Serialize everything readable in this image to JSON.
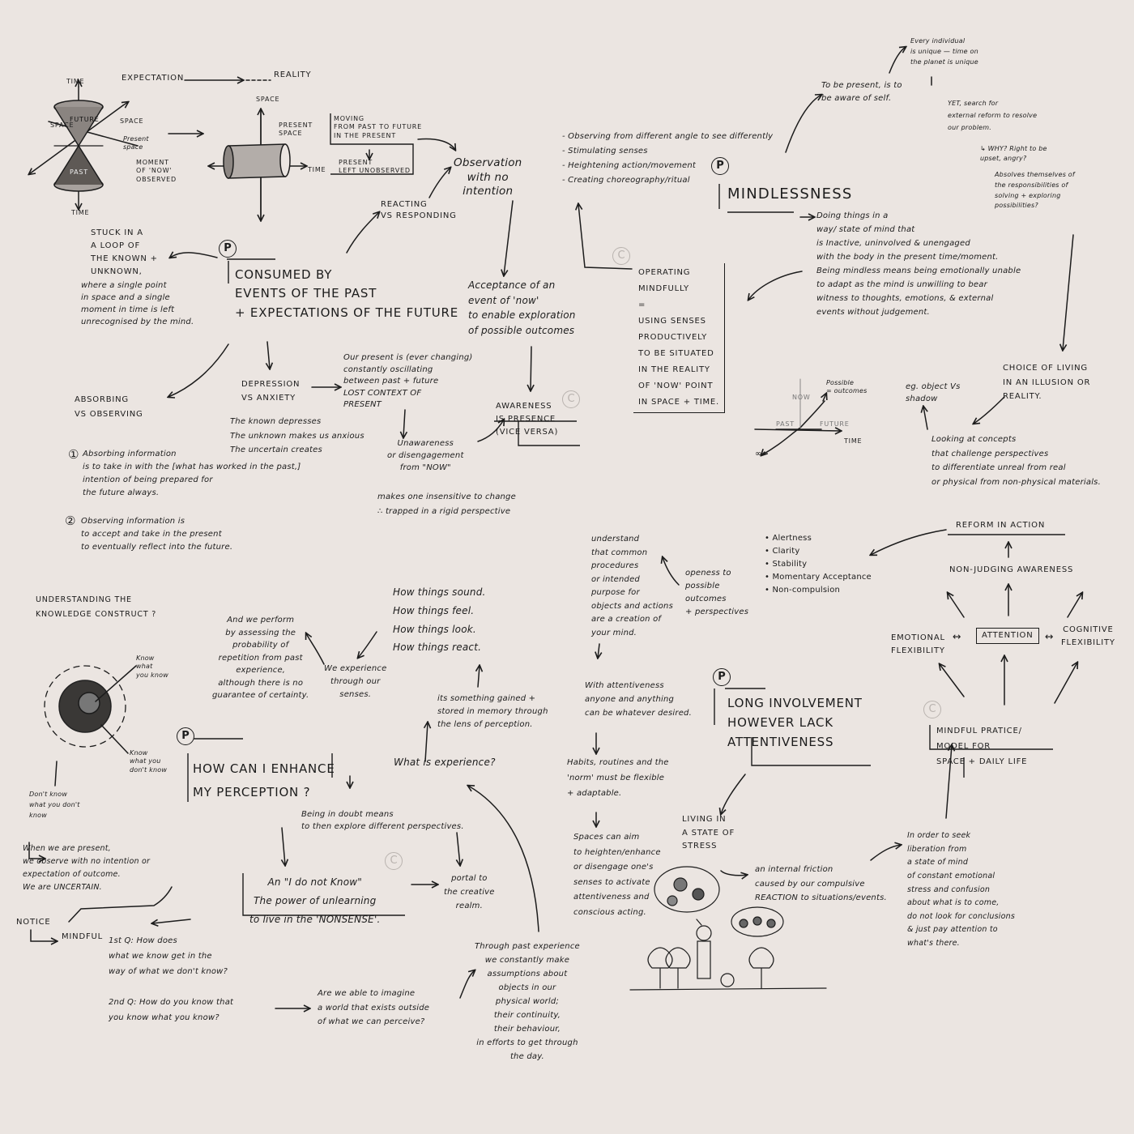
{
  "top": {
    "expectation": "EXPECTATION",
    "reality": "REALITY"
  },
  "cone": {
    "time_top": "TIME",
    "time_bottom": "TIME",
    "future": "FUTURE",
    "past": "PAST",
    "space_left": "SPACE",
    "space_right": "SPACE",
    "present_space": "Present\nspace",
    "moment_now": "MOMENT\nOF 'NOW'\nOBSERVED"
  },
  "cylinder": {
    "space": "SPACE",
    "present_space": "PRESENT\nSPACE",
    "time": "TIME"
  },
  "moving_box": "MOVING\nFROM PAST TO FUTURE\nIN THE PRESENT",
  "present_left": "PRESENT\nLEFT UNOBSERVED",
  "observation": "Observation\nwith no\nintention",
  "reacting": "REACTING\nVs RESPONDING",
  "stuck_loop": "STUCK IN A\nA LOOP OF\nTHE KNOWN +\nUNKNOWN,",
  "stuck_loop_desc": "where a single point\nin space and a single\nmoment in time is left\nunrecognised by the mind.",
  "consumed": "CONSUMED BY\nEVENTS OF THE PAST\n+ EXPECTATIONS OF THE FUTURE",
  "absorbing": "ABSORBING\nVs OBSERVING",
  "absorbing_1": "Absorbing information\nis to take in with the [what has worked in the past,]\nintention of being prepared for\nthe future always.",
  "absorbing_2": "Observing information is\nto accept and take in the present\nto eventually reflect into the future.",
  "depression": "DEPRESSION\nVs ANXIETY",
  "depression_desc": "The known depresses\nThe unknown makes us anxious\nThe uncertain creates",
  "our_present": "Our present is (ever changing)\nconstantly oscillating\nbetween past + future\nLOST CONTEXT OF\nPRESENT",
  "unawareness": "Unawareness\nor disengagement\nfrom \"NOW\"",
  "insensitive": "makes one insensitive to change\n∴ trapped in a rigid perspective",
  "acceptance": "Acceptance of an\nevent of 'now'\nto enable exploration\nof possible outcomes",
  "awareness": "AWARENESS\nIS PRESENCE\n(vice versa)",
  "observing_list": "- Observing from different angle to see differently\n- Stimulating senses\n- Heightening action/movement\n- Creating choreography/ritual",
  "operating": "OPERATING\nMINDFULLY\n=\nUSING SENSES\nPRODUCTIVELY\nTO BE SITUATED\nIN THE REALITY\nOF 'NOW' POINT\nIN SPACE + TIME.",
  "mindlessness": "MINDLESSNESS",
  "mindlessness_desc": "Doing things in a\nway/ state of mind that\nis Inactive, uninvolved & unengaged\nwith the body in the present time/moment.\nBeing mindless means being emotionally unable\nto adapt as the mind is unwilling to bear\nwitness to thoughts, emotions, & external\nevents without judgement.",
  "to_be_present": "To be present, is to\nbe aware of self.",
  "every_individual": "Every individual\nis unique — time on\nthe planet is unique",
  "yet_search": "YET, search for\nexternal reform to resolve\nour problem.",
  "why_right": "↳ WHY? Right to be\nupset, angry?",
  "absolves": "Absolves themselves of\nthe responsibilities of\nsolving + exploring\npossibilities?",
  "choice": "CHOICE OF LIVING\nIN AN ILLUSION OR\nREALITY.",
  "object_shadow": "eg. object Vs\nshadow",
  "graph": {
    "now": "NOW",
    "possible": "Possible\n∞ outcomes",
    "past": "PAST",
    "future": "FUTURE",
    "time": "TIME",
    "inf": "∞"
  },
  "looking_at": "Looking at concepts\nthat challenge perspectives\nto differentiate unreal from real\nor physical from non-physical materials.",
  "reform": "REFORM IN ACTION",
  "non_judging": "NON-JUDGING AWARENESS",
  "emotional": "EMOTIONAL\nFLEXIBILITY",
  "attention": "ATTENTION",
  "cognitive": "COGNITIVE\nFLEXIBILITY",
  "mindful_practice": "MINDFUL PRATICE/\nMODEL FOR\nSPACE + DAILY LIFE",
  "qualities": "• Alertness\n• Clarity\n• Stability\n• Momentary Acceptance\n• Non-compulsion",
  "openess": "openess to\npossible\noutcomes\n+ perspectives",
  "understand": "understand\nthat common\nprocedures\nor intended\npurpose for\nobjects and actions\nare a creation of\nyour mind.",
  "with_attentiveness": "With attentiveness\nanyone and anything\ncan be whatever desired.",
  "habits": "Habits, routines and the\n'norm' must be flexible\n+ adaptable.",
  "spaces": "Spaces can aim\nto heighten/enhance\nor disengage one's\nsenses to activate\nattentiveness and\nconscious acting.",
  "long_involvement": "LONG INVOLVEMENT\nHOWEVER LACK\nATTENTIVENESS",
  "stress": "LIVING IN\nA STATE OF\nSTRESS",
  "friction": "an internal friction\ncaused by our compulsive\nREACTION to situations/events.",
  "liberation": "In order to seek\nliberation from\na state of mind\nof constant emotional\nstress and confusion\nabout what is to come,\ndo not look for conclusions\n& just pay attention to\nwhat's there.",
  "knowledge": "UNDERSTANDING THE\nKNOWLEDGE CONSTRUCT ?",
  "know_know": "Know\nwhat\nyou know",
  "know_dont": "Know\nwhat you\ndon't know",
  "dont_know": "Don't know\nwhat you don't\nknow",
  "when_present": "When we are present,\nwe observe with no intention or\nexpectation of outcome.\nWe are UNCERTAIN.",
  "notice": "NOTICE",
  "mindful": "MINDFUL",
  "how_enhance": "HOW CAN I ENHANCE\nMY PERCEPTION ?",
  "we_perform": "And we perform\nby assessing the\nprobability of\nrepetition from past\nexperience,\nalthough there is no\nguarantee of certainty.",
  "we_experience": "We experience\nthrough our\nsenses.",
  "how_things": "How things sound.\nHow things feel.\nHow things look.\nHow things react.",
  "something_gained": "its something gained +\nstored in memory through\nthe lens of perception.",
  "what_experience": "What is experience?",
  "doubt": "Being in doubt means\nto then explore different perspectives.",
  "i_do_not_know": "An \"I do not Know\"\nThe power of unlearning\nto live in the 'NONSENSE'.",
  "portal": "portal to\nthe creative\nrealm.",
  "q1": "1st Q: How does\nwhat we know get in the\nway of what we don't know?",
  "q2": "2nd Q: How do you know that\nyou know what you know?",
  "imagine": "Are we able to imagine\na world that exists outside\nof what we can perceive?",
  "through_past": "Through past experience\nwe constantly make\nassumptions about\nobjects in our\nphysical world;\ntheir continuity,\ntheir behaviour,\nin efforts to get through\nthe day.",
  "markers": {
    "p": "P",
    "c": "C",
    "n1": "①",
    "n2": "②",
    "eq": "="
  }
}
